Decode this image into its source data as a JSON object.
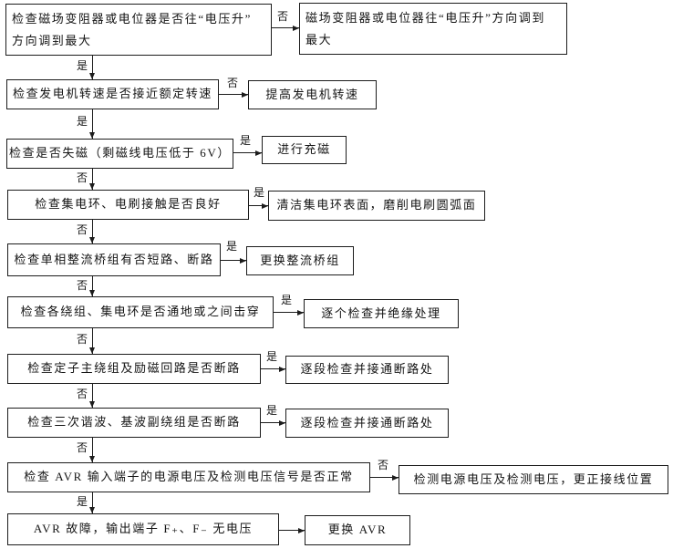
{
  "theme": {
    "ink": "#1c1c1c",
    "paper": "#ffffff"
  },
  "flowchart": {
    "description": "generator-avr-voltage-fault-troubleshooting-flowchart",
    "rows": [
      {
        "left": "检查磁场变阻器或电位器是否往“电压升”\n方向调到最大",
        "right_label": "否",
        "right": "磁场变阻器或电位器往“电压升”方向调到\n最大",
        "down_label": "是"
      },
      {
        "left": "检查发电机转速是否接近额定转速",
        "right_label": "否",
        "right": "提高发电机转速",
        "down_label": "是"
      },
      {
        "left": "检查是否失磁（剩磁线电压低于 6V）",
        "right_label": "是",
        "right": "进行充磁",
        "down_label": "否"
      },
      {
        "left": "检查集电环、电刷接触是否良好",
        "right_label": "是",
        "right": "清洁集电环表面，磨削电刷圆弧面",
        "down_label": "否"
      },
      {
        "left": "检查单相整流桥组有否短路、断路",
        "right_label": "是",
        "right": "更换整流桥组",
        "down_label": "否"
      },
      {
        "left": "检查各绕组、集电环是否通地或之间击穿",
        "right_label": "是",
        "right": "逐个检查并绝缘处理",
        "down_label": "否"
      },
      {
        "left": "检查定子主绕组及励磁回路是否断路",
        "right_label": "是",
        "right": "逐段检查并接通断路处",
        "down_label": "否"
      },
      {
        "left": "检查三次谐波、基波副绕组是否断路",
        "right_label": "是",
        "right": "逐段检查并接通断路处",
        "down_label": "否"
      },
      {
        "left": "检查 AVR 输入端子的电源电压及检测电压信号是否正常",
        "right_label": "否",
        "right": "检测电源电压及检测电压，更正接线位置",
        "down_label": "是"
      },
      {
        "left": "AVR 故障，输出端子 F₊、F₋ 无电压",
        "right_label": "",
        "right": "更换 AVR",
        "down_label": ""
      }
    ]
  }
}
